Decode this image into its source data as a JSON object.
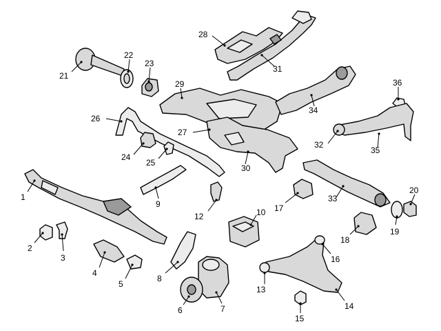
{
  "diagram": {
    "callouts": [
      {
        "id": "1",
        "label": "1"
      },
      {
        "id": "2",
        "label": "2"
      },
      {
        "id": "3",
        "label": "3"
      },
      {
        "id": "4",
        "label": "4"
      },
      {
        "id": "5",
        "label": "5"
      },
      {
        "id": "6",
        "label": "6"
      },
      {
        "id": "7",
        "label": "7"
      },
      {
        "id": "8",
        "label": "8"
      },
      {
        "id": "9",
        "label": "9"
      },
      {
        "id": "10",
        "label": "10"
      },
      {
        "id": "12",
        "label": "12"
      },
      {
        "id": "13",
        "label": "13"
      },
      {
        "id": "14",
        "label": "14"
      },
      {
        "id": "15",
        "label": "15"
      },
      {
        "id": "16",
        "label": "16"
      },
      {
        "id": "17",
        "label": "17"
      },
      {
        "id": "18",
        "label": "18"
      },
      {
        "id": "19",
        "label": "19"
      },
      {
        "id": "20",
        "label": "20"
      },
      {
        "id": "21",
        "label": "21"
      },
      {
        "id": "22",
        "label": "22"
      },
      {
        "id": "23",
        "label": "23"
      },
      {
        "id": "24",
        "label": "24"
      },
      {
        "id": "25",
        "label": "25"
      },
      {
        "id": "26",
        "label": "26"
      },
      {
        "id": "27",
        "label": "27"
      },
      {
        "id": "28",
        "label": "28"
      },
      {
        "id": "29",
        "label": "29"
      },
      {
        "id": "30",
        "label": "30"
      },
      {
        "id": "31",
        "label": "31"
      },
      {
        "id": "32",
        "label": "32"
      },
      {
        "id": "33",
        "label": "33"
      },
      {
        "id": "34",
        "label": "34"
      },
      {
        "id": "35",
        "label": "35"
      },
      {
        "id": "36",
        "label": "36"
      }
    ]
  }
}
